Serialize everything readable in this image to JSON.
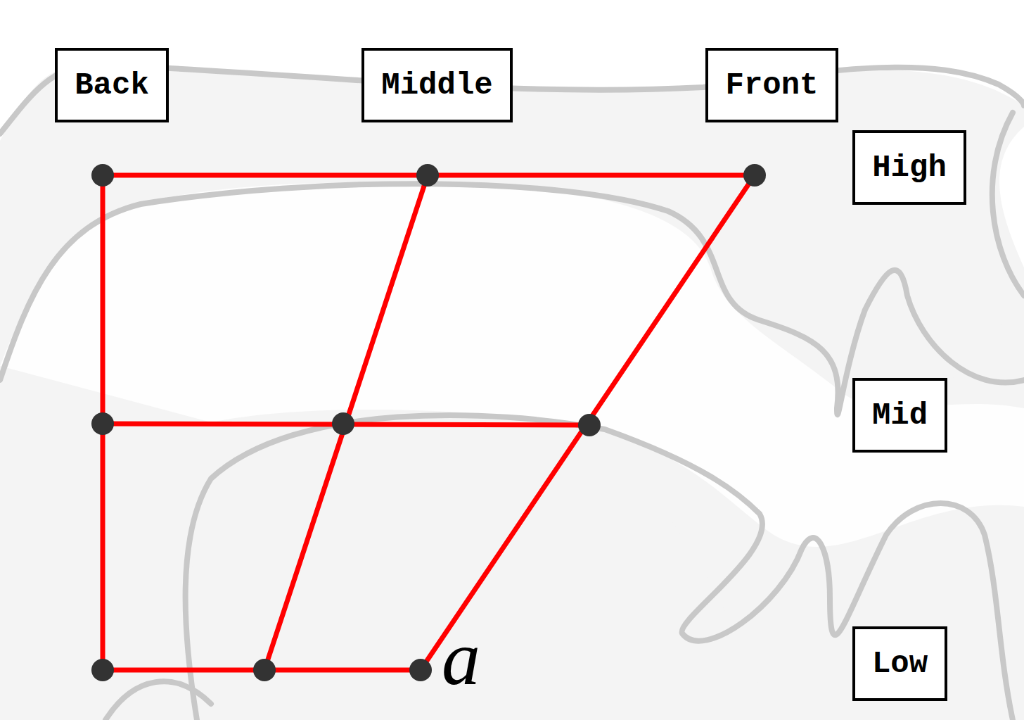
{
  "diagram": {
    "nodes": [
      {
        "text": [
          "Back"
        ]
      },
      {
        "text": [
          "Middle"
        ]
      },
      {
        "text": [
          "Front"
        ]
      },
      {
        "text": [
          "High"
        ]
      },
      {
        "text": [
          "Mid"
        ]
      },
      {
        "text": [
          "Low"
        ]
      }
    ],
    "labels": [
      "a"
    ]
  }
}
